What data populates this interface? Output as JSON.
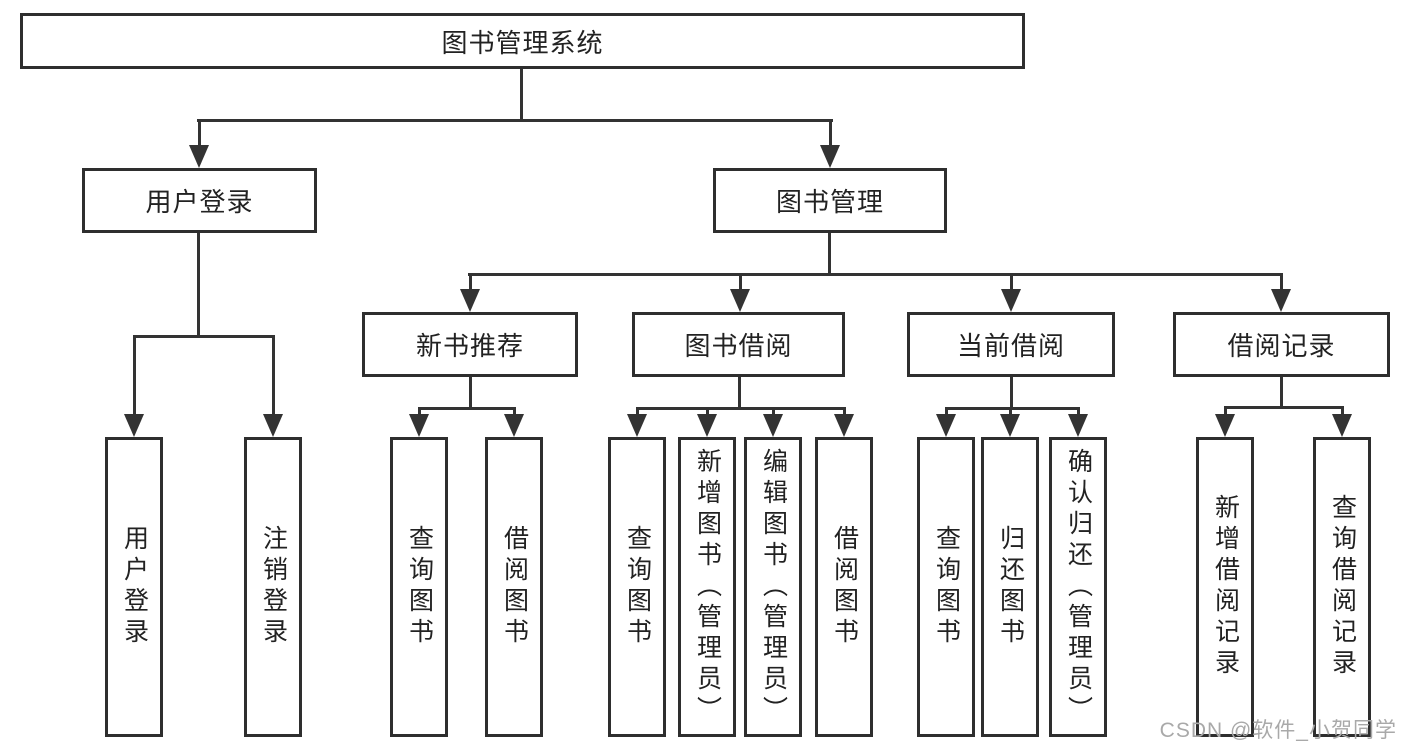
{
  "diagram": {
    "root": "图书管理系统",
    "level2": [
      "用户登录",
      "图书管理"
    ],
    "level3": [
      "新书推荐",
      "图书借阅",
      "当前借阅",
      "借阅记录"
    ],
    "leaves": {
      "user_login": [
        "用户登录",
        "注销登录"
      ],
      "new_book": [
        "查询图书",
        "借阅图书"
      ],
      "book_borrow": [
        "查询图书",
        "新增图书（管理员）",
        "编辑图书（管理员）",
        "借阅图书"
      ],
      "current_borrow": [
        "查询图书",
        "归还图书",
        "确认归还（管理员）"
      ],
      "borrow_record": [
        "新增借阅记录",
        "查询借阅记录"
      ]
    },
    "watermark": "CSDN @软件_小贺同学",
    "colors": {
      "line": "#333333",
      "box_border": "#2e2e2e",
      "text": "#222222",
      "background": "#ffffff",
      "watermark": "#a9a9a9"
    }
  }
}
